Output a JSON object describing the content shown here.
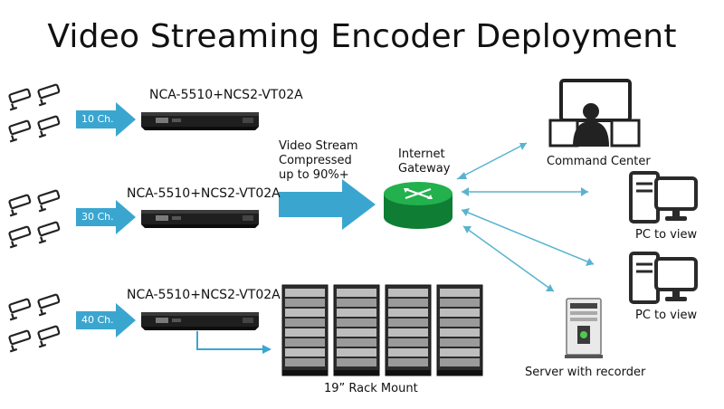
{
  "title": "Video Streaming Encoder Deployment",
  "encoders": [
    {
      "model": "NCA-5510+NCS2-VT02A",
      "channels": "10 Ch."
    },
    {
      "model": "NCA-5510+NCS2-VT02A",
      "channels": "30 Ch."
    },
    {
      "model": "NCA-5510+NCS2-VT02A",
      "channels": "40 Ch."
    }
  ],
  "stream_label": [
    "Video Stream",
    "Compressed",
    "up to 90%+"
  ],
  "gateway_label": [
    "Internet",
    "Gateway"
  ],
  "endpoints": {
    "command_center": "Command Center",
    "pc1": "PC to view",
    "pc2": "PC to view",
    "server": "Server with recorder"
  },
  "rack_label": "19” Rack Mount",
  "colors": {
    "arrow": "#3aa6d0",
    "link": "#58b3cf",
    "gateway": "#159a43",
    "device": "#1d1d1d"
  }
}
